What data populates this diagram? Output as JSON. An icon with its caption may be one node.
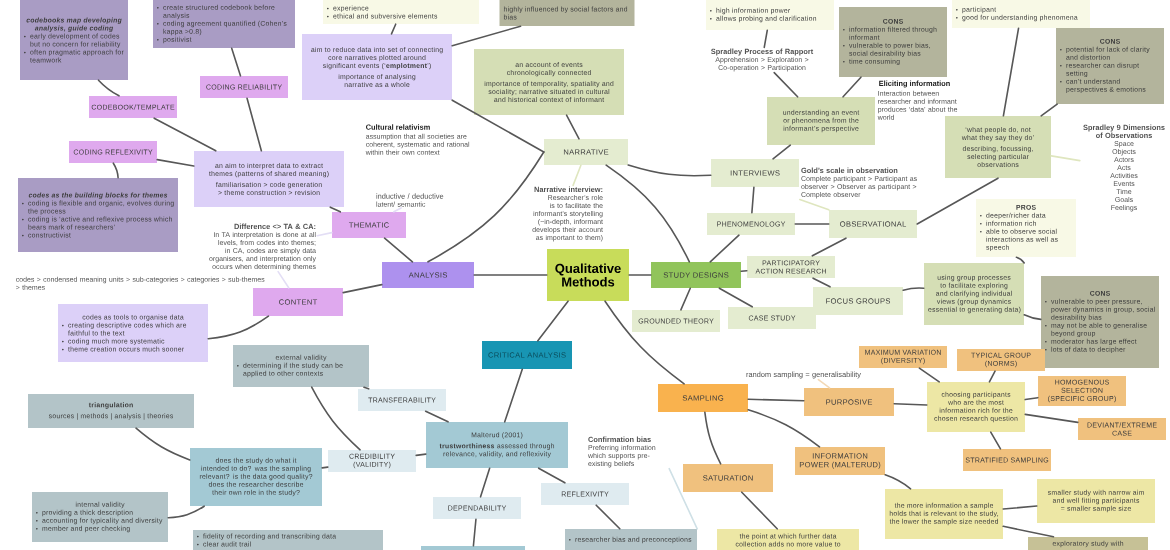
{
  "diagram": {
    "nodes": [
      {
        "text": [
          "Qualitative Methods"
        ]
      },
      {
        "text": [
          "ANALYSIS"
        ]
      },
      {
        "text": [
          "THEMATIC"
        ]
      },
      {
        "text": [
          "CONTENT"
        ]
      },
      {
        "text": [
          "an aim to interpret data to extract themes (patterns of shared meaning)",
          "familiarisation > code generation > theme construction > revision"
        ]
      },
      {
        "text": [
          "CODING RELIABILITY"
        ]
      },
      {
        "text": [
          "CODEBOOK/TEMPLATE"
        ]
      },
      {
        "text": [
          "CODING REFLEXIVITY"
        ]
      },
      {
        "text": [
          "codebooks map developing analysis, guide coding",
          "early development of codes but no concern for reliability",
          "often pragmatic approach for teamwork"
        ]
      },
      {
        "text": [
          "create structured codebook before analysis",
          "coding agreement quantified (Cohen’s kappa >0.8)",
          "positivist"
        ]
      },
      {
        "text": [
          "codes as the building blocks for themes",
          "coding is flexible and organic, evolves during the process",
          "coding is ‘active and reflexive process which bears mark of researchers’",
          "constructivist"
        ]
      },
      {
        "text": [
          "codes as tools to organise data",
          "creating descriptive codes which are faithful to the text",
          "coding much more systematic",
          "theme creation occurs much sooner"
        ]
      },
      {
        "text": [
          "NARRATIVE"
        ]
      },
      {
        "text": [
          "an account of events chronologically connected",
          "importance of temporality, spatiality and sociality; narrative situated in cultural and historical context of informant"
        ]
      },
      {
        "text": [
          "aim to reduce data into set of connecting core narratives plotted around significant events (‘**emplotment**’)",
          "importance of analysing narrative as a whole"
        ]
      },
      {
        "text": [
          "experience",
          "ethical and subversive elements"
        ]
      },
      {
        "text": [
          "highly influenced by social factors and bias"
        ]
      },
      {
        "text": [
          "INTERVIEWS"
        ]
      },
      {
        "text": [
          "understanding an event or phenomena from the informant’s perspective"
        ]
      },
      {
        "text": [
          "high information power",
          "allows probing and clarification"
        ]
      },
      {
        "text": [
          "CONS",
          "information filtered through informant",
          "vulnerable to power bias, social desirability bias",
          "time consuming"
        ]
      },
      {
        "text": [
          "PHENOMENOLOGY"
        ]
      },
      {
        "text": [
          "OBSERVATIONAL"
        ]
      },
      {
        "text": [
          "‘what people do, not what they say they do’",
          "describing, focussing, selecting particular observations"
        ]
      },
      {
        "text": [
          "participant",
          "good for understanding phenomena"
        ]
      },
      {
        "text": [
          "CONS",
          "potential for lack of clarity and distortion",
          "researcher can disrupt setting",
          "can’t understand perspectives & emotions"
        ]
      },
      {
        "text": [
          "PROS",
          "deeper/richer data",
          "information rich",
          "able to observe social interactions as well as speech"
        ]
      },
      {
        "text": [
          "PARTICIPATORY ACTION RESEARCH"
        ]
      },
      {
        "text": [
          "FOCUS GROUPS"
        ]
      },
      {
        "text": [
          "using group processes to facilitate exploring and clarifying individual views (group dynamics essential to generating data)"
        ]
      },
      {
        "text": [
          "CONS",
          "vulnerable to peer pressure, power dynamics in group, social desirability bias",
          "may not be able to generalise beyond group",
          "moderator has large effect",
          "lots of data to decipher"
        ]
      },
      {
        "text": [
          "STUDY DESIGNS"
        ]
      },
      {
        "text": [
          "GROUNDED THEORY"
        ]
      },
      {
        "text": [
          "CASE STUDY"
        ]
      },
      {
        "text": [
          "CRITICAL ANALYSIS"
        ]
      },
      {
        "text": [
          "Malterud (2001)",
          "**trustworthiness** assessed through relevance, validity, and reflexivity"
        ]
      },
      {
        "text": [
          "TRANSFERABILITY"
        ]
      },
      {
        "text": [
          "external validity",
          "determining if the study can be applied to other contexts"
        ]
      },
      {
        "text": [
          "CREDIBILITY (VALIDITY)"
        ]
      },
      {
        "text": [
          "does the study do what it intended to do? was the sampling relevant? is the data good quality? does the researcher describe their own role in the study?"
        ]
      },
      {
        "text": [
          "triangulation",
          "sources | methods | analysis | theories"
        ]
      },
      {
        "text": [
          "internal validity",
          "providing a thick description",
          "accounting for typicality and diversity",
          "member and peer checking"
        ]
      },
      {
        "text": [
          "DEPENDABILITY"
        ]
      },
      {
        "text": [
          "fidelity of recording and transcribing data",
          "clear audit trail"
        ]
      },
      {
        "text": [],
        "shape": "box"
      },
      {
        "text": [
          "REFLEXIVITY"
        ]
      },
      {
        "text": [
          "researcher bias and preconceptions"
        ]
      },
      {
        "text": [
          "SAMPLING"
        ]
      },
      {
        "text": [
          "PURPOSIVE"
        ]
      },
      {
        "text": [
          "choosing participants who are the most information rich for the chosen research question"
        ]
      },
      {
        "text": [
          "MAXIMUM VARIATION (DIVERSITY)"
        ]
      },
      {
        "text": [
          "TYPICAL GROUP (NORMS)"
        ]
      },
      {
        "text": [
          "HOMOGENOUS SELECTION (SPECIFIC GROUP)"
        ]
      },
      {
        "text": [
          "DEVIANT/EXTREME CASE"
        ]
      },
      {
        "text": [
          "STRATIFIED SAMPLING"
        ]
      },
      {
        "text": [
          "INFORMATION POWER (MALTERUD)"
        ]
      },
      {
        "text": [
          "the more information a sample holds that is relevant to the study, the lower the sample size needed"
        ]
      },
      {
        "text": [
          "smaller study with narrow aim and well fitting participants = smaller sample size"
        ]
      },
      {
        "text": [
          "exploratory study with"
        ]
      },
      {
        "text": [
          "SATURATION"
        ]
      },
      {
        "text": [
          "the point at which further data collection adds no more value to"
        ]
      },
      {
        "text": [
          "Difference <> TA & CA:",
          "In TA interpretation is done at all levels, from codes into themes; in CA, codes are simply data organisers, and interpretation only occurs when determining themes"
        ]
      },
      {
        "text": [
          "inductive / deductive",
          "latent/ semantic"
        ]
      },
      {
        "text": [
          "Narrative interview:",
          "Researcher’s role is to facilitate the informant’s storytelling",
          "(~in-depth, informant develops their account as important to them)"
        ]
      },
      {
        "text": [
          "Gold’s scale in observation",
          "Complete participant > Participant as observer > Observer as participant > Complete observer"
        ]
      },
      {
        "text": [
          "Spradley 9 Dimensions of Observations",
          "Space",
          "Objects",
          "Actors",
          "Acts",
          "Activities",
          "Events",
          "Time",
          "Goals",
          "Feelings"
        ]
      },
      {
        "text": [
          "random sampling = generalisability"
        ]
      },
      {
        "text": [
          "Confirmation bias",
          "Preferring information which supports pre-existing beliefs"
        ]
      },
      {
        "text": [
          "Spradley Process of Rapport",
          "Apprehension > Exploration > Co-operation > Participation"
        ]
      }
    ],
    "edges": [
      {
        "from": 0,
        "to": 1,
        "arrow": "none"
      },
      {
        "from": 0,
        "to": 31,
        "arrow": "none"
      },
      {
        "from": 0,
        "to": 34,
        "arrow": "none"
      },
      {
        "from": 0,
        "to": 47,
        "arrow": "none"
      },
      {
        "from": 1,
        "to": 2,
        "arrow": "none"
      },
      {
        "from": 1,
        "to": 3,
        "arrow": "none"
      },
      {
        "from": 1,
        "to": 12,
        "arrow": "none"
      },
      {
        "from": 2,
        "to": 4,
        "arrow": "none"
      },
      {
        "from": 4,
        "to": 5,
        "arrow": "none"
      },
      {
        "from": 4,
        "to": 6,
        "arrow": "none"
      },
      {
        "from": 4,
        "to": 7,
        "arrow": "none"
      },
      {
        "from": 5,
        "to": 9,
        "arrow": "none"
      },
      {
        "from": 6,
        "to": 8,
        "arrow": "none"
      },
      {
        "from": 7,
        "to": 10,
        "arrow": "none"
      },
      {
        "from": 3,
        "to": 11,
        "arrow": "none"
      },
      {
        "from": 12,
        "to": 13,
        "arrow": "none"
      },
      {
        "from": 12,
        "to": 14,
        "arrow": "none"
      },
      {
        "from": 14,
        "to": 15,
        "arrow": "none"
      },
      {
        "from": 14,
        "to": 16,
        "arrow": "none"
      },
      {
        "from": 12,
        "to": 17,
        "arrow": "none"
      },
      {
        "from": 12,
        "to": 31,
        "arrow": "none"
      },
      {
        "from": 17,
        "to": 18,
        "arrow": "none"
      },
      {
        "from": 68,
        "to": 19,
        "arrow": "none"
      },
      {
        "from": 68,
        "to": 18,
        "arrow": "none"
      },
      {
        "from": 18,
        "to": 20,
        "arrow": "none"
      },
      {
        "from": 17,
        "to": 21,
        "arrow": "none"
      },
      {
        "from": 21,
        "to": 22,
        "arrow": "none"
      },
      {
        "from": 21,
        "to": 31,
        "arrow": "none"
      },
      {
        "from": 22,
        "to": 23,
        "arrow": "none"
      },
      {
        "from": 23,
        "to": 24,
        "arrow": "none"
      },
      {
        "from": 23,
        "to": 25,
        "arrow": "none"
      },
      {
        "from": 22,
        "to": 27,
        "arrow": "none"
      },
      {
        "from": 31,
        "to": 27,
        "arrow": "none"
      },
      {
        "from": 27,
        "to": 28,
        "arrow": "none"
      },
      {
        "from": 28,
        "to": 29,
        "arrow": "none"
      },
      {
        "from": 29,
        "to": 26,
        "arrow": "none"
      },
      {
        "from": 29,
        "to": 30,
        "arrow": "none"
      },
      {
        "from": 31,
        "to": 32,
        "arrow": "none"
      },
      {
        "from": 31,
        "to": 33,
        "arrow": "none"
      },
      {
        "from": 34,
        "to": 35,
        "arrow": "none"
      },
      {
        "from": 35,
        "to": 36,
        "arrow": "none"
      },
      {
        "from": 36,
        "to": 37,
        "arrow": "none"
      },
      {
        "from": 35,
        "to": 38,
        "arrow": "none"
      },
      {
        "from": 37,
        "to": 38,
        "arrow": "none"
      },
      {
        "from": 38,
        "to": 39,
        "arrow": "none"
      },
      {
        "from": 39,
        "to": 40,
        "arrow": "none"
      },
      {
        "from": 39,
        "to": 41,
        "arrow": "none"
      },
      {
        "from": 35,
        "to": 42,
        "arrow": "none"
      },
      {
        "from": 42,
        "to": 44,
        "arrow": "none"
      },
      {
        "from": 35,
        "to": 45,
        "arrow": "none"
      },
      {
        "from": 45,
        "to": 46,
        "arrow": "none"
      },
      {
        "from": 47,
        "to": 48,
        "arrow": "none"
      },
      {
        "from": 48,
        "to": 49,
        "arrow": "none"
      },
      {
        "from": 49,
        "to": 50,
        "arrow": "none"
      },
      {
        "from": 49,
        "to": 51,
        "arrow": "none"
      },
      {
        "from": 49,
        "to": 52,
        "arrow": "none"
      },
      {
        "from": 49,
        "to": 53,
        "arrow": "none"
      },
      {
        "from": 49,
        "to": 54,
        "arrow": "none"
      },
      {
        "from": 47,
        "to": 55,
        "arrow": "none"
      },
      {
        "from": 55,
        "to": 56,
        "arrow": "none"
      },
      {
        "from": 56,
        "to": 57,
        "arrow": "none"
      },
      {
        "from": 56,
        "to": 58,
        "arrow": "none"
      },
      {
        "from": 47,
        "to": 59,
        "arrow": "none"
      },
      {
        "from": 59,
        "to": 60,
        "arrow": "none"
      },
      {
        "from": 61,
        "to": 2,
        "arrow": "none",
        "color": "#e3def5"
      },
      {
        "from": 61,
        "to": 3,
        "arrow": "none",
        "color": "#e3def5"
      },
      {
        "from": 62,
        "to": 2,
        "arrow": "none",
        "color": "#e3def5"
      },
      {
        "from": 63,
        "to": 12,
        "arrow": "none",
        "color": "#dfe6bf"
      },
      {
        "from": 64,
        "to": 22,
        "arrow": "none",
        "color": "#dfe6bf"
      },
      {
        "from": 65,
        "to": 23,
        "arrow": "none",
        "color": "#dfe6bf"
      },
      {
        "from": 66,
        "to": 48,
        "arrow": "none",
        "color": "#f3d9b6"
      },
      {
        "from": 67,
        "to": 46,
        "arrow": "none",
        "color": "#cfe0e6"
      }
    ],
    "labels": [
      "Cultural relativism",
      "assumption that all societies are coherent, systematic and rational within their own context",
      "codes > condensed meaning units > sub-categories > categories > sub-themes > themes",
      "Eliciting information",
      "Interaction between researcher and informant produces ‘data’ about the world"
    ]
  }
}
